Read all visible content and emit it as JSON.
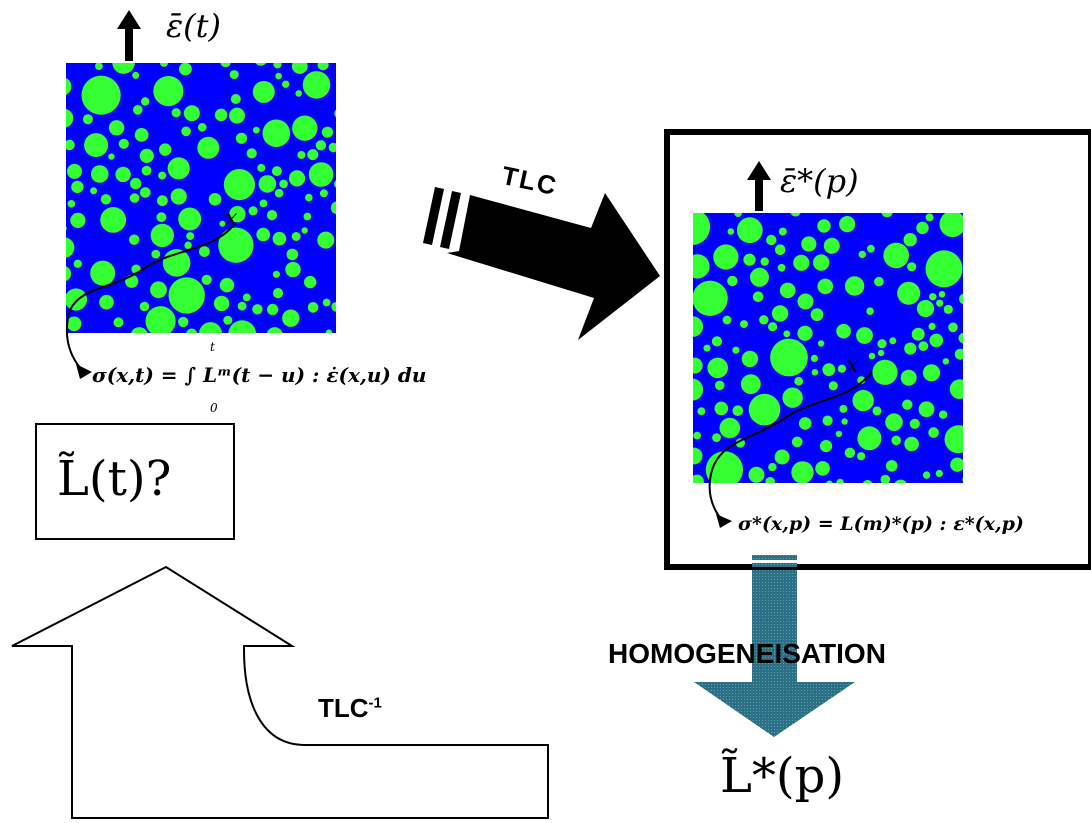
{
  "colors": {
    "matrix": "#0000ff",
    "inclusion": "#33ff33",
    "arrow": "#000000",
    "homog_arrow": "#2c7086",
    "box": "#000000"
  },
  "labels": {
    "eps_bar_t": "ε̄(t)",
    "tlc": "TLC",
    "eps_bar_star_p": "ε̄*(p)",
    "sigma_time": "σ(x,t) = ∫ Lᵐ(t − u) : ε̇(x,u) du",
    "sigma_time_upper": "t",
    "sigma_time_lower": "0",
    "point_x": "x",
    "lt_question": "L̃(t)?",
    "sigma_laplace": "σ*(x,p) = L(m)*(p) : ε*(x,p)",
    "homogeneisation": "HOMOGENEISATION",
    "tlc_inverse_base": "TLC",
    "tlc_inverse_exp": "-1",
    "lstar_p": "L̃*(p)"
  }
}
